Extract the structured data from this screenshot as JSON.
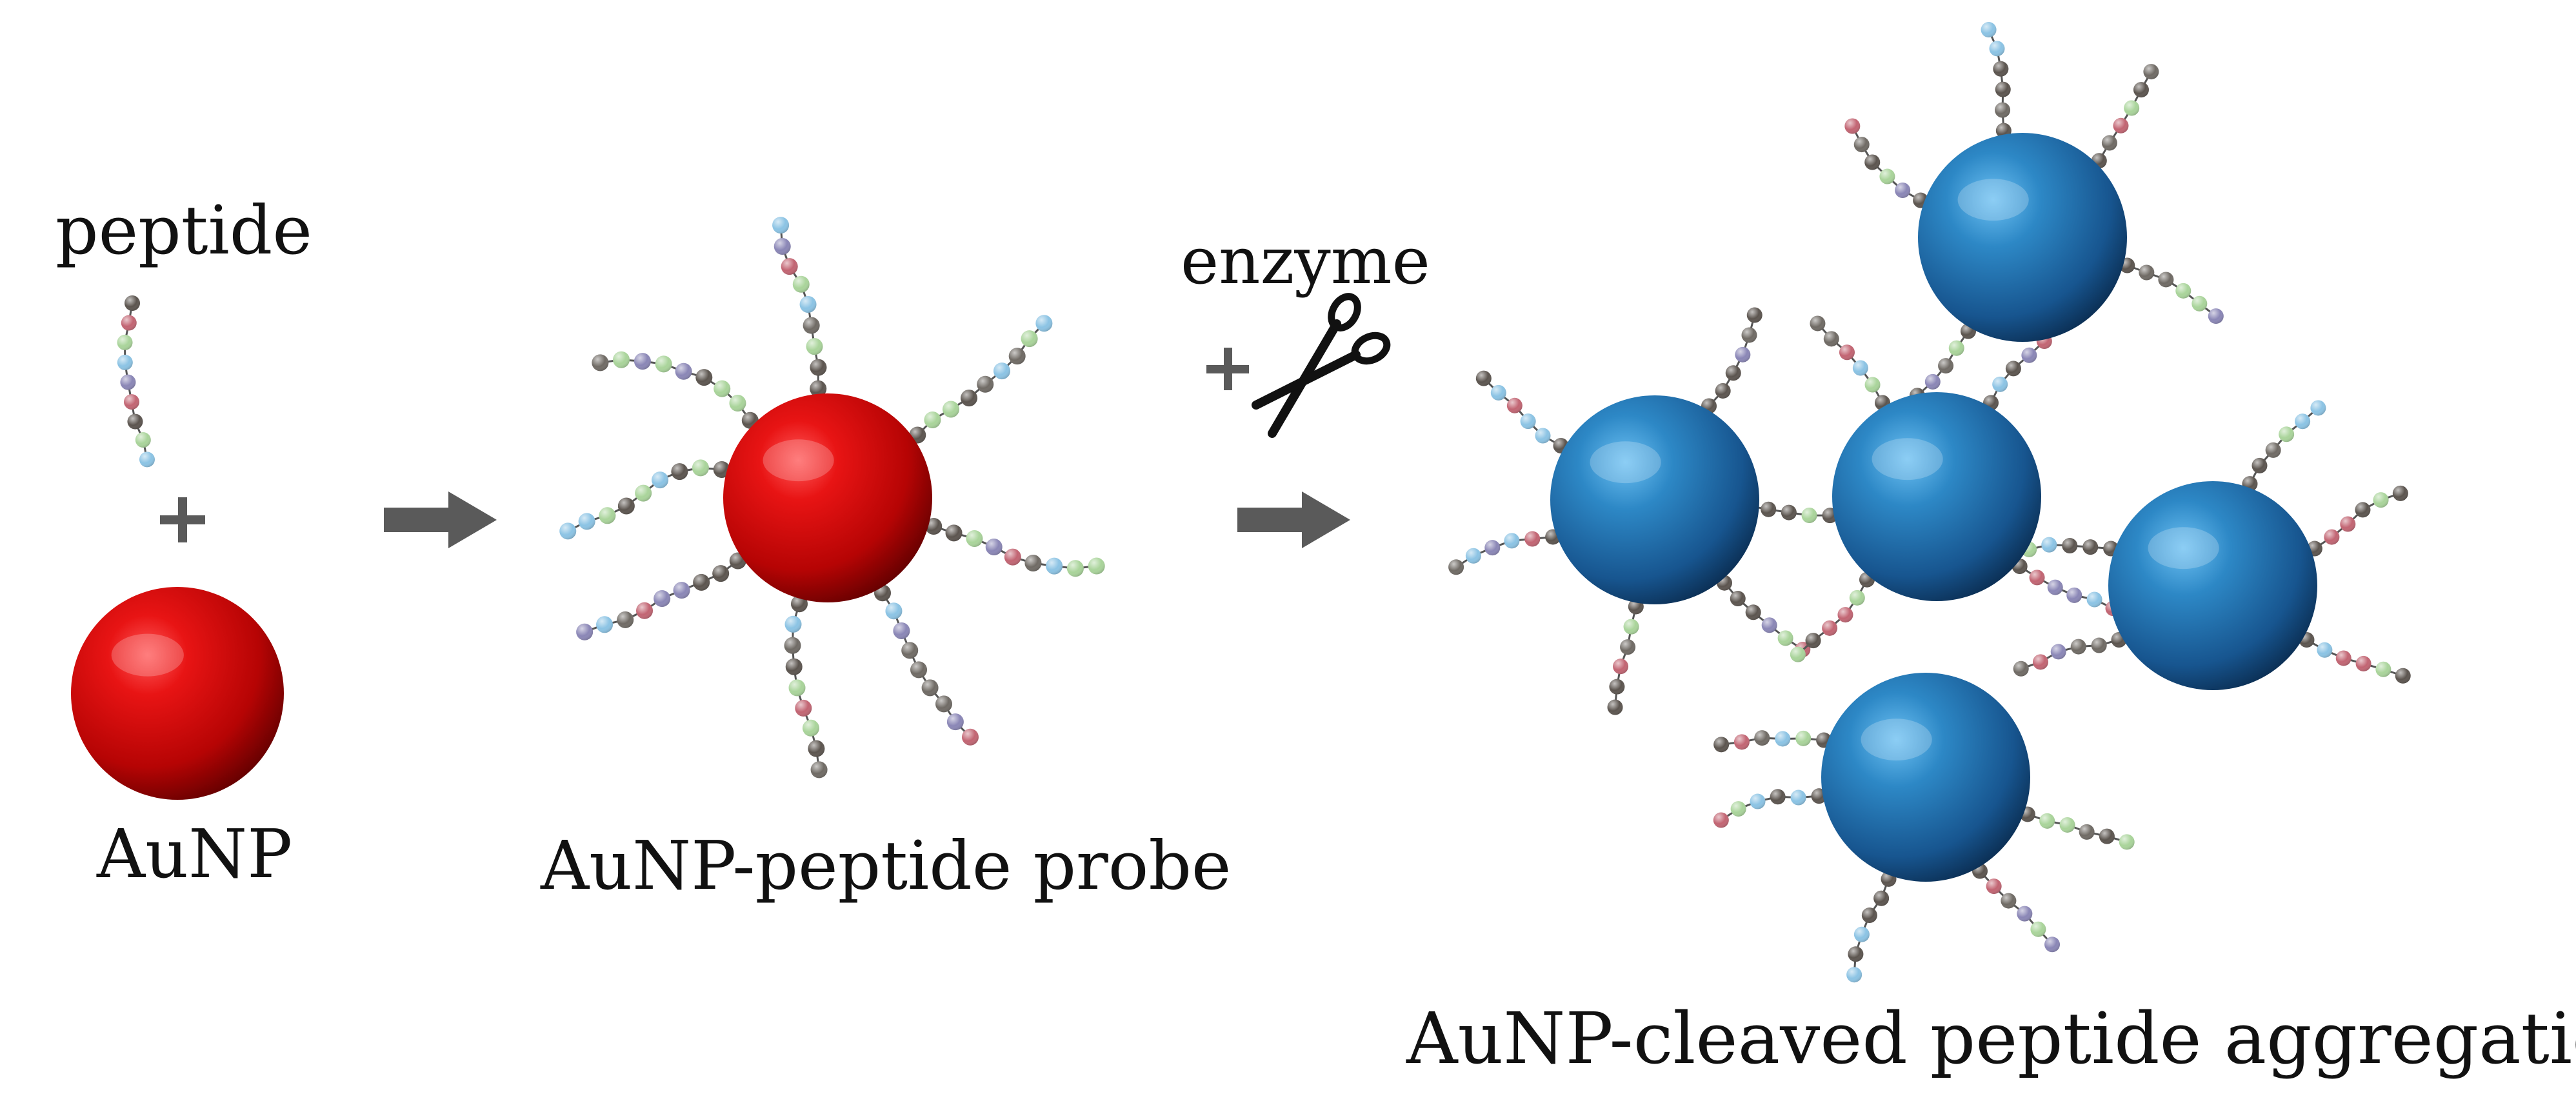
{
  "labels": {
    "peptide": "peptide",
    "aunp": "AuNP",
    "probe": "AuNP-peptide probe",
    "enzyme": "enzyme",
    "aggregation": "AuNP-cleaved peptide aggregation"
  },
  "icons": {
    "plus": "plus-sign",
    "arrow": "right-arrow",
    "scissors": "scissors-icon"
  },
  "colors": {
    "gold_nanoparticle": "#e01010",
    "aggregated_nanoparticle": "#1f6fae",
    "arrow": "#5a5a5a",
    "bead_palette": [
      "#5b544e",
      "#8bc3e4",
      "#a9d49a",
      "#c26472",
      "#8a86b6",
      "#6f6a64"
    ]
  }
}
